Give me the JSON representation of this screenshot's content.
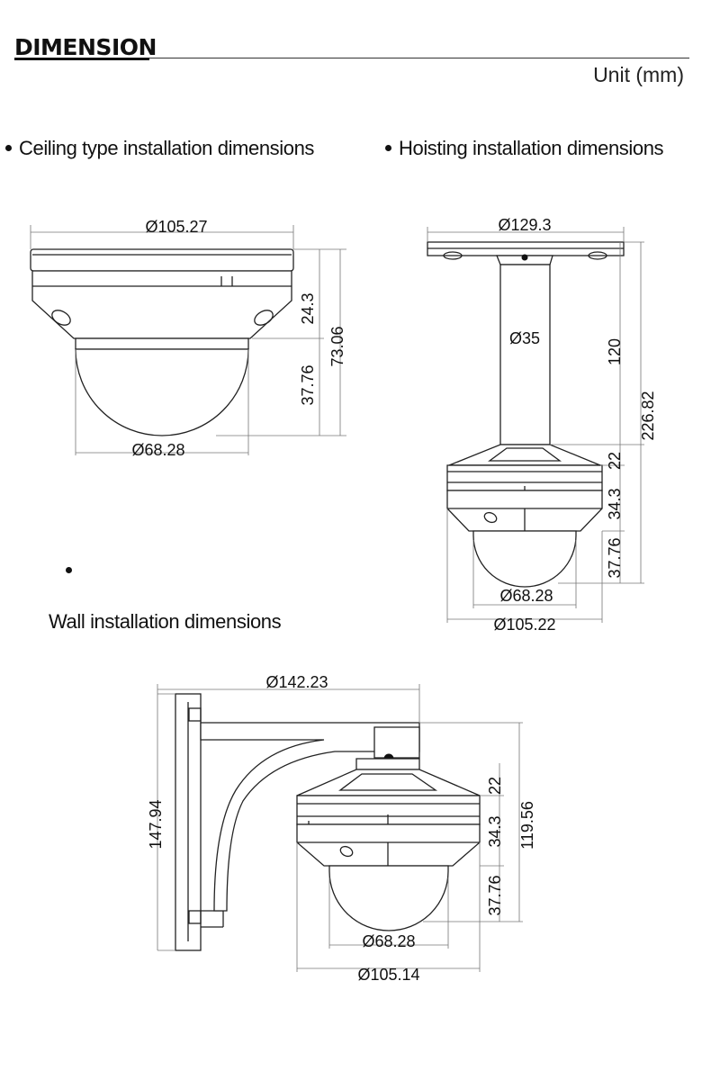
{
  "header": {
    "title": "DIMENSION",
    "unit": "Unit (mm)"
  },
  "sections": {
    "ceiling": "Ceiling type installation dimensions",
    "hoisting": "Hoisting installation dimensions",
    "wall": "Wall installation dimensions"
  },
  "ceiling_dims": {
    "top_diameter": "Ø105.27",
    "base_height": "24.3",
    "dome_height": "37.76",
    "total_height": "73.06",
    "dome_diameter": "Ø68.28"
  },
  "hoisting_dims": {
    "plate_diameter": "Ø129.3",
    "pole_diameter": "Ø35",
    "pole_length": "120",
    "total_height": "226.82",
    "adapter_height": "22",
    "base_height": "34.3",
    "dome_height": "37.76",
    "dome_diameter": "Ø68.28",
    "body_diameter": "Ø105.22"
  },
  "wall_dims": {
    "arm_length": "Ø142.23",
    "plate_height": "147.94",
    "adapter_height": "22",
    "base_height": "34.3",
    "dome_height": "37.76",
    "total_height": "119.56",
    "dome_diameter": "Ø68.28",
    "body_diameter": "Ø105.14"
  }
}
